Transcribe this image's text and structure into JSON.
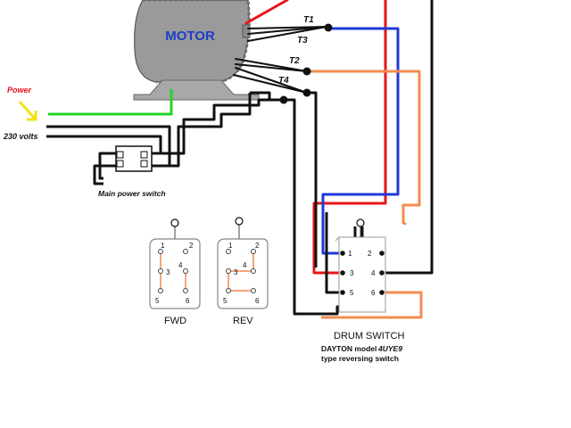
{
  "motor": {
    "label": "MOTOR"
  },
  "terminals": {
    "t1": "T1",
    "t3": "T3",
    "t2": "T2",
    "t4": "T4"
  },
  "power": {
    "label": "Power",
    "voltage": "230 volts"
  },
  "main_switch": {
    "label": "Main power switch"
  },
  "fwd_diagram": {
    "label": "FWD",
    "pins": [
      "1",
      "2",
      "3",
      "4",
      "5",
      "6"
    ]
  },
  "rev_diagram": {
    "label": "REV",
    "pins": [
      "1",
      "2",
      "3",
      "4",
      "5",
      "6"
    ]
  },
  "drum_switch": {
    "title": "DRUM SWITCH",
    "model_line": "DAYTON model",
    "model": "4UYE9",
    "type": "type reversing switch",
    "pins": [
      "1",
      "2",
      "3",
      "4",
      "5",
      "6"
    ]
  },
  "colors": {
    "red": "#e8141b",
    "blue": "#1f38d8",
    "orange": "#f28c4f",
    "green": "#22d32a",
    "black": "#111111",
    "power_arrow": "#f3e11a",
    "power_label": "#e8141b",
    "motor_body": "#9a9a9a",
    "strap": "#f0a070"
  }
}
